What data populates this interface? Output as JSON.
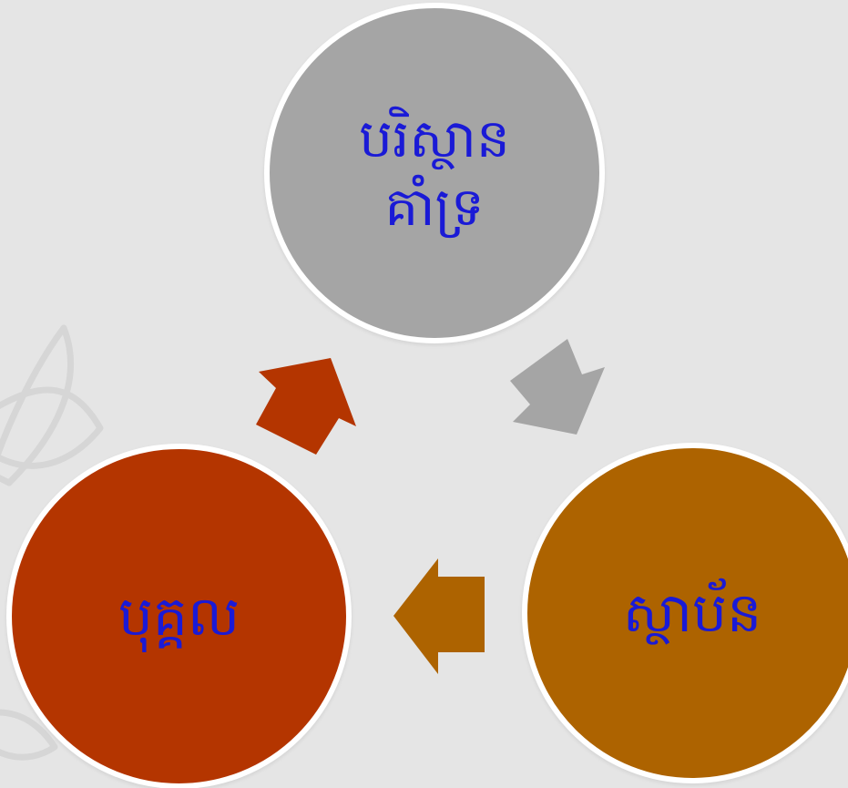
{
  "diagram": {
    "nodes": [
      {
        "id": "top",
        "lines": [
          "បរិស្ថាន",
          "គាំទ្រ"
        ],
        "color": "#a5a5a5"
      },
      {
        "id": "right",
        "lines": [
          "ស្ថាប័ន"
        ],
        "color": "#ad6300"
      },
      {
        "id": "left",
        "lines": [
          "បុគ្គល"
        ],
        "color": "#b43500"
      }
    ],
    "arrows": [
      {
        "from": "top",
        "to": "right",
        "color": "#a5a5a5"
      },
      {
        "from": "right",
        "to": "left",
        "color": "#ad6300"
      },
      {
        "from": "left",
        "to": "top",
        "color": "#b43500"
      }
    ],
    "label_color": "#1a1ad6",
    "background_color": "#e5e5e5",
    "border_color": "#ffffff"
  }
}
